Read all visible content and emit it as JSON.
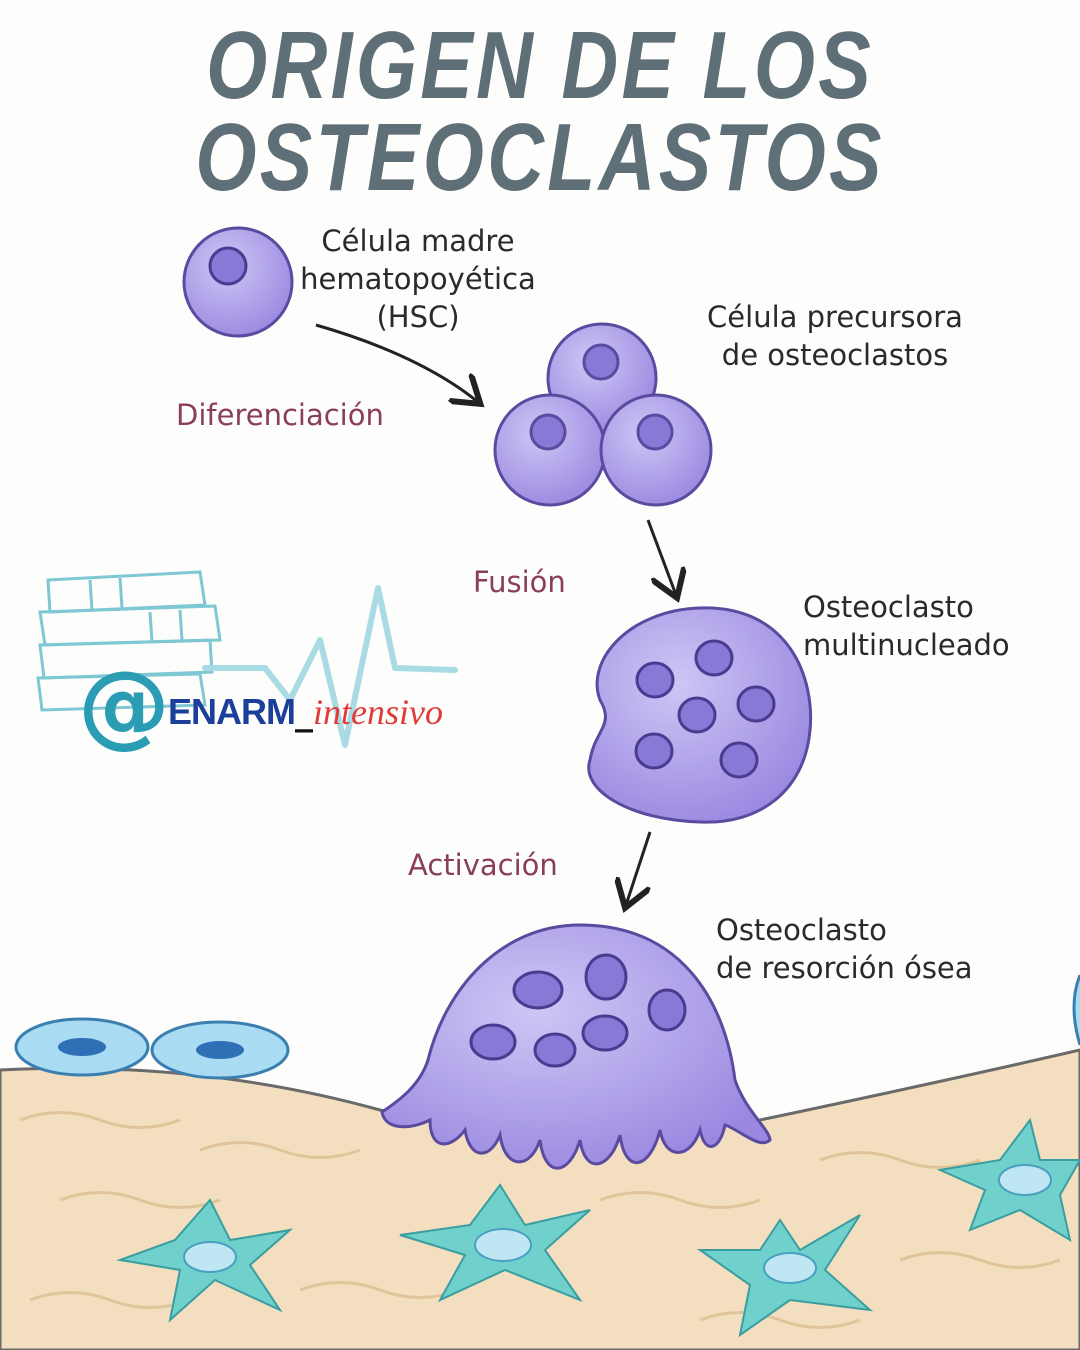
{
  "title": {
    "line1": "ORIGEN DE LOS",
    "line2": "OSTEOCLASTOS"
  },
  "labels": {
    "hsc": [
      "Célula madre",
      "hematopoyética",
      "(HSC)"
    ],
    "precursor": [
      "Célula precursora",
      "de osteoclastos"
    ],
    "multinucleated": [
      "Osteoclasto",
      "multinucleado"
    ],
    "resorbing": [
      "Osteoclasto",
      "de resorción ósea"
    ]
  },
  "steps": {
    "differentiation": "Diferenciación",
    "fusion": "Fusión",
    "activation": "Activación"
  },
  "logo": {
    "at": "@",
    "brand": "ENARM",
    "separator": "_",
    "suffix": "intensivo"
  },
  "colors": {
    "title": "#5f6f78",
    "cell": "#a99be6",
    "nucleus": "#8a78d6",
    "step_text": "#8a3f58",
    "bone": "#f3dfbf",
    "osteocyte": "#5cc8c8",
    "logo_blue": "#1b3f9a",
    "logo_red": "#e03a3a",
    "logo_teal": "#2a9db5"
  }
}
